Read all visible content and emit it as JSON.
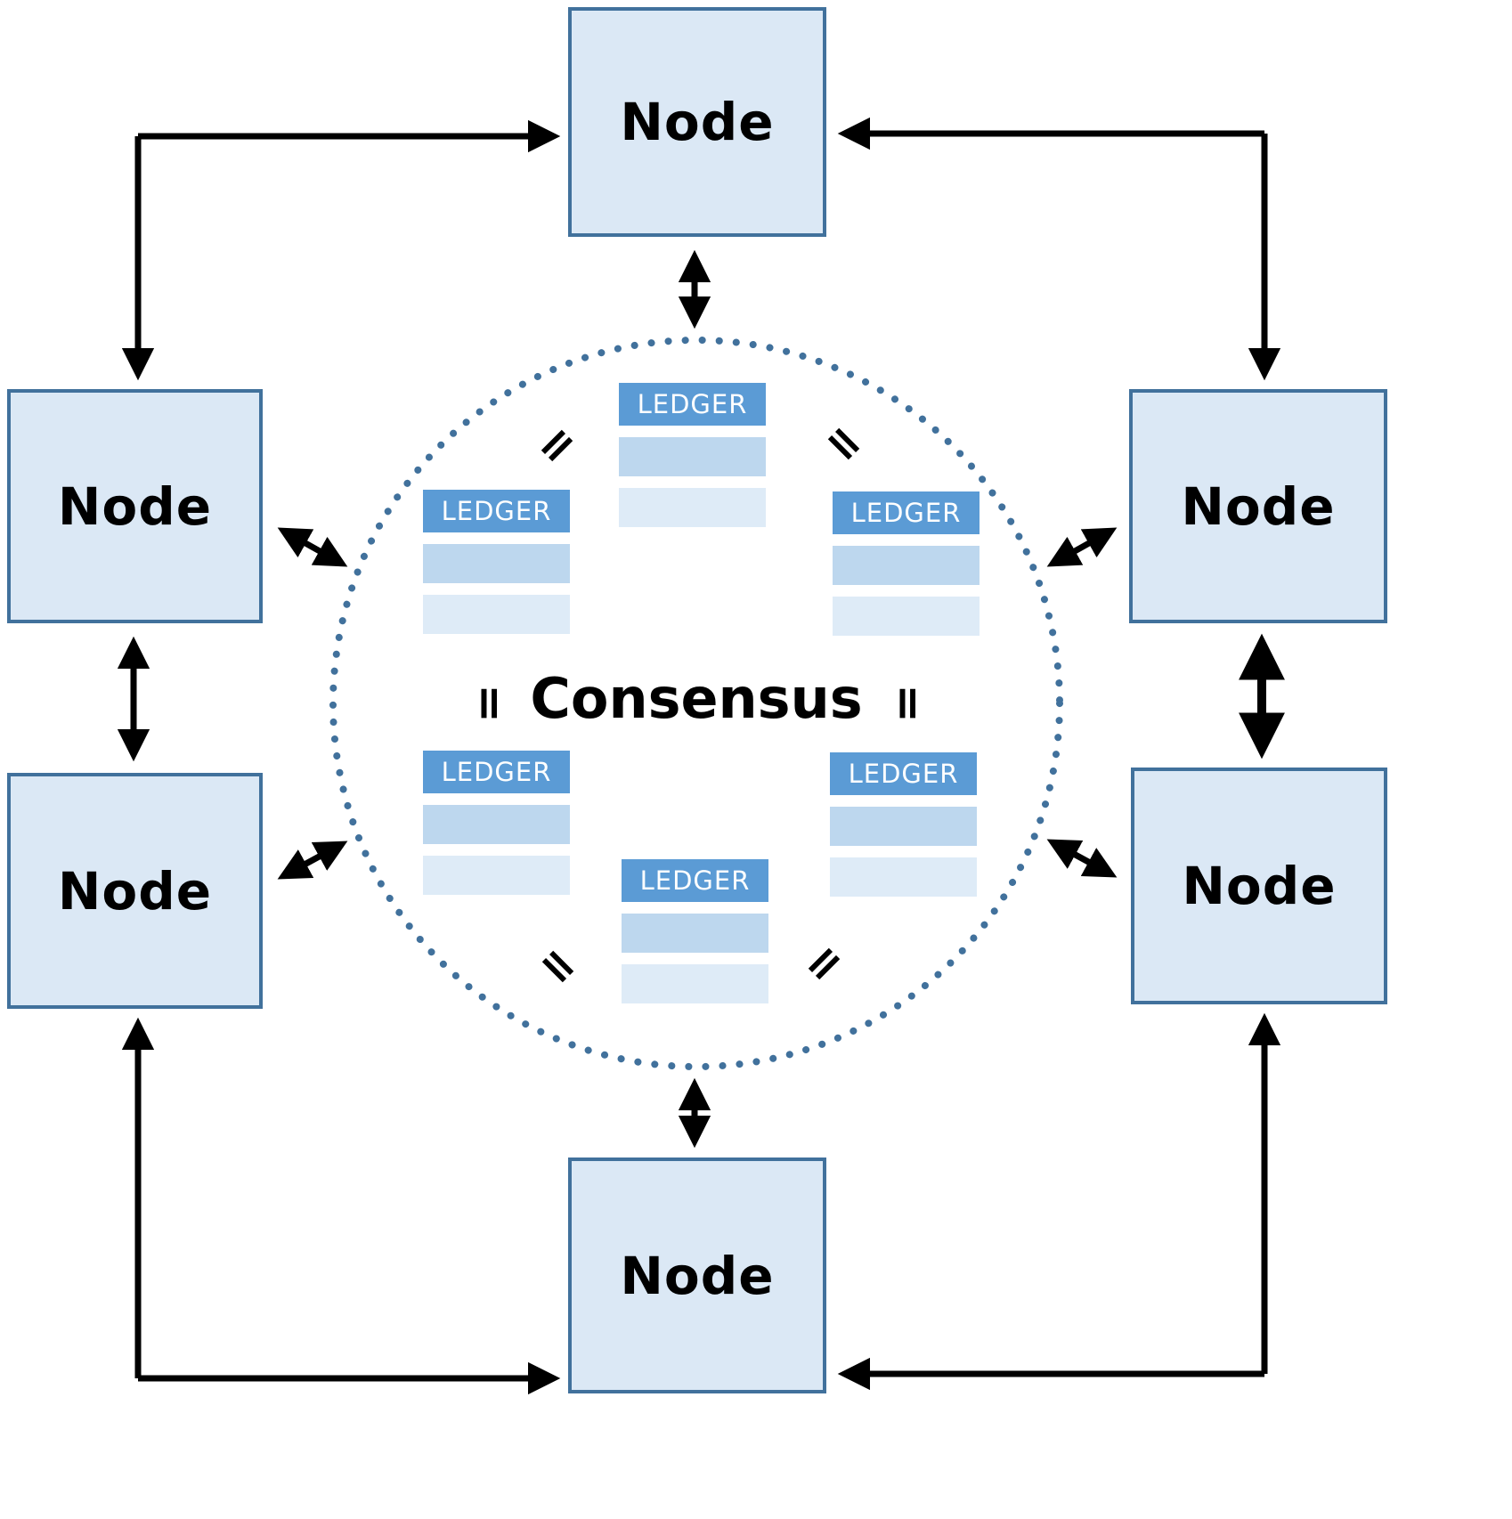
{
  "diagram": {
    "type": "distributed-ledger-consensus-network",
    "center_label": "Consensus",
    "ledger_label": "LEDGER",
    "equals_glyph": "=",
    "nodes": [
      {
        "id": "node-top",
        "label": "Node"
      },
      {
        "id": "node-left-upper",
        "label": "Node"
      },
      {
        "id": "node-left-lower",
        "label": "Node"
      },
      {
        "id": "node-right-upper",
        "label": "Node"
      },
      {
        "id": "node-right-lower",
        "label": "Node"
      },
      {
        "id": "node-bottom",
        "label": "Node"
      }
    ],
    "ledger_count": 6,
    "colors": {
      "node_fill": "#dbe8f5",
      "node_border": "#41719c",
      "ledger_header": "#5b9bd5",
      "ledger_row_1": "#bdd7ee",
      "ledger_row_2": "#deebf7",
      "circle_dots": "#41719c",
      "arrows": "#000000",
      "text": "#000000"
    }
  }
}
